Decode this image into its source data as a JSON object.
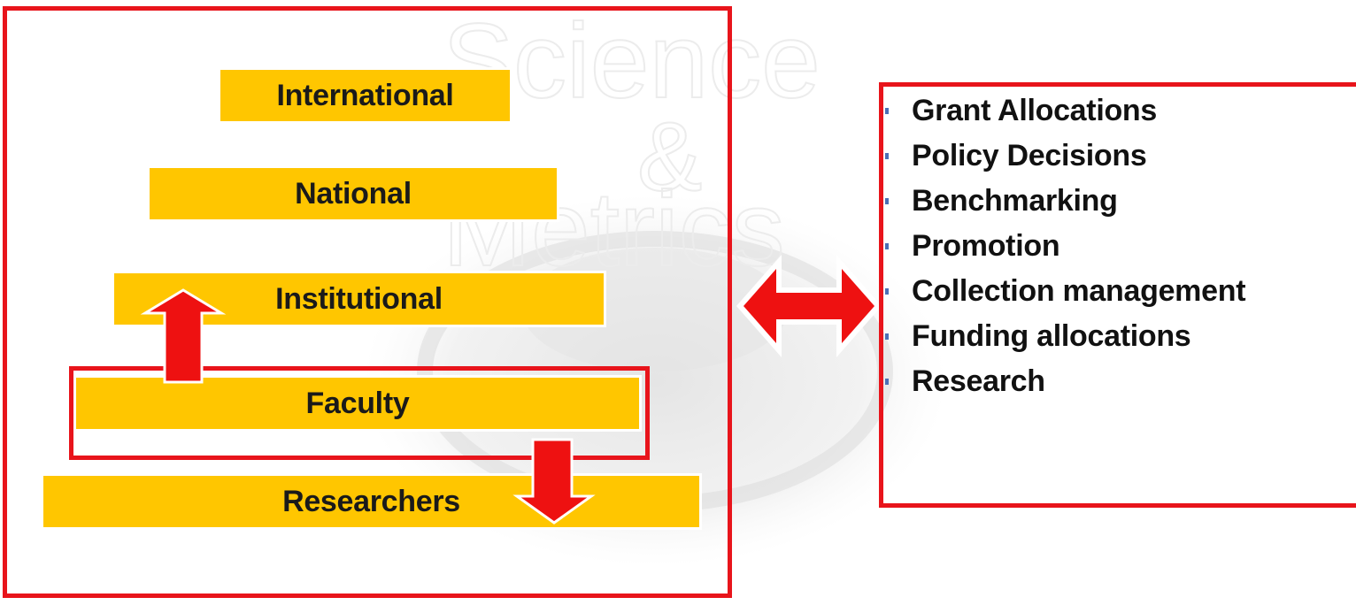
{
  "levels": {
    "international": "International",
    "national": "National",
    "institutional": "Institutional",
    "faculty": "Faculty",
    "researchers": "Researchers"
  },
  "uses": [
    "Grant Allocations",
    "Policy Decisions",
    "Benchmarking",
    "Promotion",
    "Collection management",
    "Funding allocations",
    "Research"
  ],
  "watermark": "Science & Metrics",
  "colors": {
    "frame": "#e8141b",
    "bar": "#ffc600",
    "arrow": "#ee1111",
    "text": "#111111",
    "bullet": "#4a6fb5"
  },
  "icons": {
    "up_arrow": "arrow-up-icon",
    "down_arrow": "arrow-down-icon",
    "double_arrow": "double-headed-arrow-icon"
  }
}
